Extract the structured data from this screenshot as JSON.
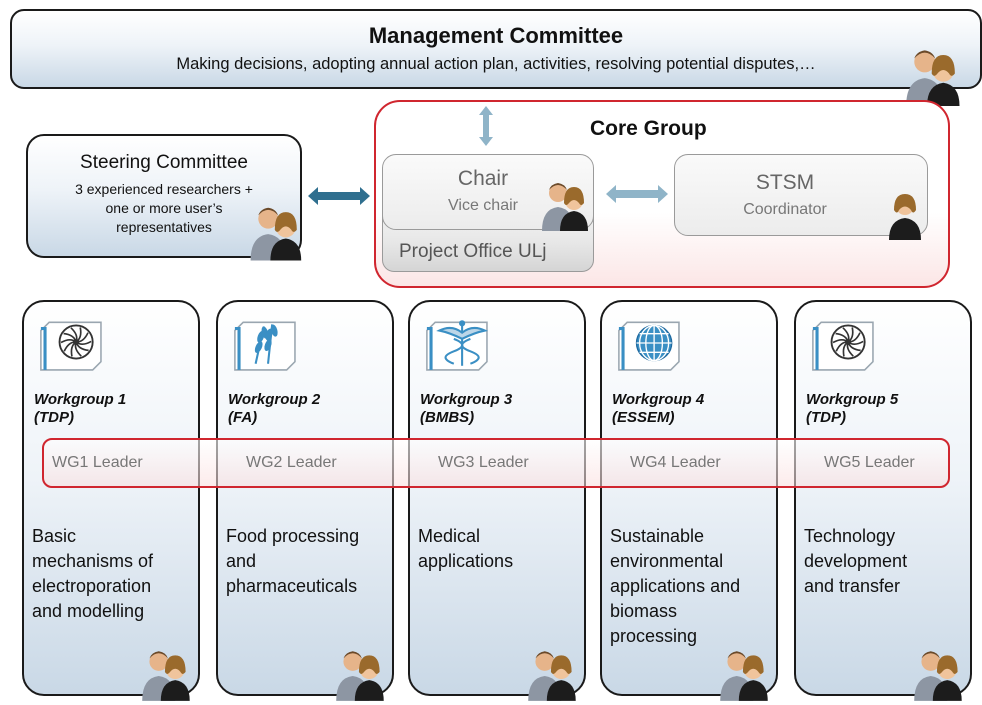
{
  "management": {
    "title": "Management Committee",
    "subtitle": "Making decisions, adopting annual action plan, activities, resolving potential disputes,…"
  },
  "steering": {
    "title": "Steering Committee",
    "line1": "3 experienced researchers +",
    "line2": "one or more user’s",
    "line3": "representatives"
  },
  "core": {
    "title": "Core Group",
    "chair": "Chair",
    "vice_chair": "Vice chair",
    "project_office": "Project Office ULj",
    "stsm": "STSM",
    "coordinator": "Coordinator"
  },
  "workgroups": [
    {
      "title1": "Workgroup 1",
      "title2": "(TDP)",
      "leader": "WG1 Leader",
      "desc": [
        "Basic",
        "mechanisms of",
        "electroporation",
        "and modelling"
      ],
      "icon": "turbine-icon"
    },
    {
      "title1": "Workgroup 2",
      "title2": "(FA)",
      "leader": "WG2 Leader",
      "desc": [
        "Food processing",
        "and",
        "pharmaceuticals"
      ],
      "icon": "wheat-icon"
    },
    {
      "title1": "Workgroup 3",
      "title2": "(BMBS)",
      "leader": "WG3 Leader",
      "desc": [
        "Medical",
        "applications"
      ],
      "icon": "caduceus-icon"
    },
    {
      "title1": "Workgroup 4",
      "title2": "(ESSEM)",
      "leader": "WG4 Leader",
      "desc": [
        "Sustainable",
        "environmental",
        "applications and",
        "biomass",
        "processing"
      ],
      "icon": "globe-icon"
    },
    {
      "title1": "Workgroup 5",
      "title2": "(TDP)",
      "leader": "WG5 Leader",
      "desc": [
        "Technology",
        "development",
        "and transfer"
      ],
      "icon": "turbine-icon"
    }
  ],
  "colors": {
    "core_outline": "#d0262f",
    "arrow_dark": "#2f6f8f",
    "arrow_light": "#8fb4c8",
    "box_gradient_bottom": "#c9d8e6"
  }
}
